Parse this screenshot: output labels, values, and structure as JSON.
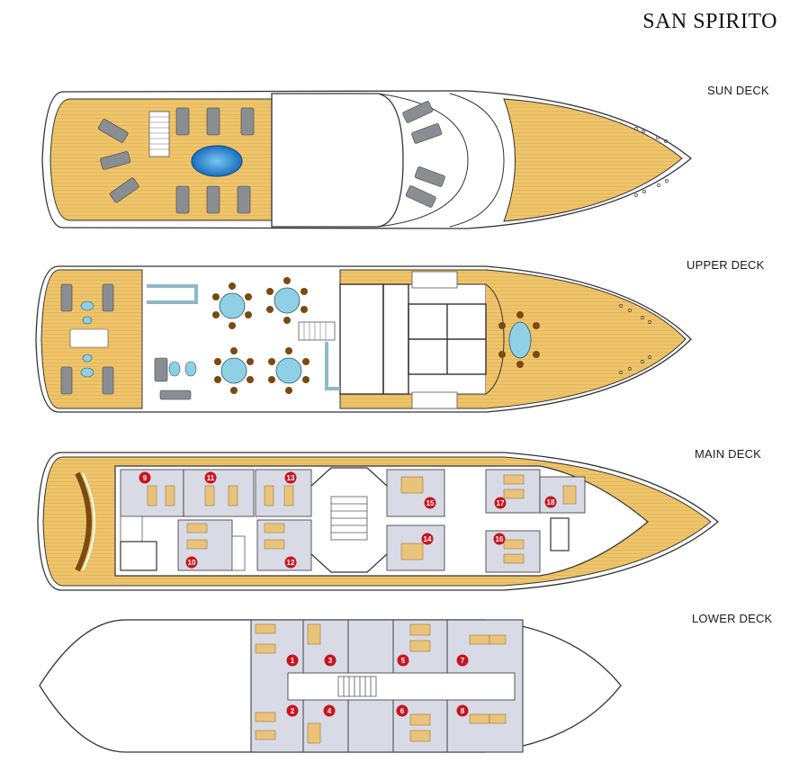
{
  "ship_name": "SAN SPIRITO",
  "decks": [
    {
      "label": "SUN DECK"
    },
    {
      "label": "UPPER DECK"
    },
    {
      "label": "MAIN DECK"
    },
    {
      "label": "LOWER DECK"
    }
  ],
  "main_deck_cabins": [
    "9",
    "10",
    "11",
    "12",
    "13",
    "14",
    "15",
    "16",
    "17",
    "18"
  ],
  "lower_deck_cabins": [
    "1",
    "2",
    "3",
    "4",
    "5",
    "6",
    "7",
    "8"
  ],
  "colors": {
    "deck_wood": "#eec46a",
    "hull_outline": "#333333",
    "interior": "#ffffff",
    "cabin_floor": "#d8dae6",
    "bed": "#e9c37a",
    "cabin_badge": "#c8141e",
    "pool": "#2f8fd4",
    "furniture": "#8a8d92",
    "table": "#8fd0e6",
    "chair": "#7a4a10"
  },
  "icons": [
    "sun-lounger-icon",
    "pool-icon",
    "dining-table-icon",
    "bed-icon",
    "stairs-icon",
    "cabin-number-badge"
  ]
}
